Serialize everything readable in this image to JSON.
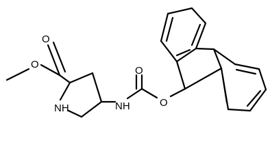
{
  "atoms": {
    "ester_ether_oxygen": "O",
    "ester_carbonyl_oxygen": "O",
    "pyrrolidine_nitrogen": "NH",
    "carbamate_nitrogen": "NH",
    "carbamate_carbonyl_oxygen": "O",
    "carbamate_ether_oxygen": "O"
  }
}
